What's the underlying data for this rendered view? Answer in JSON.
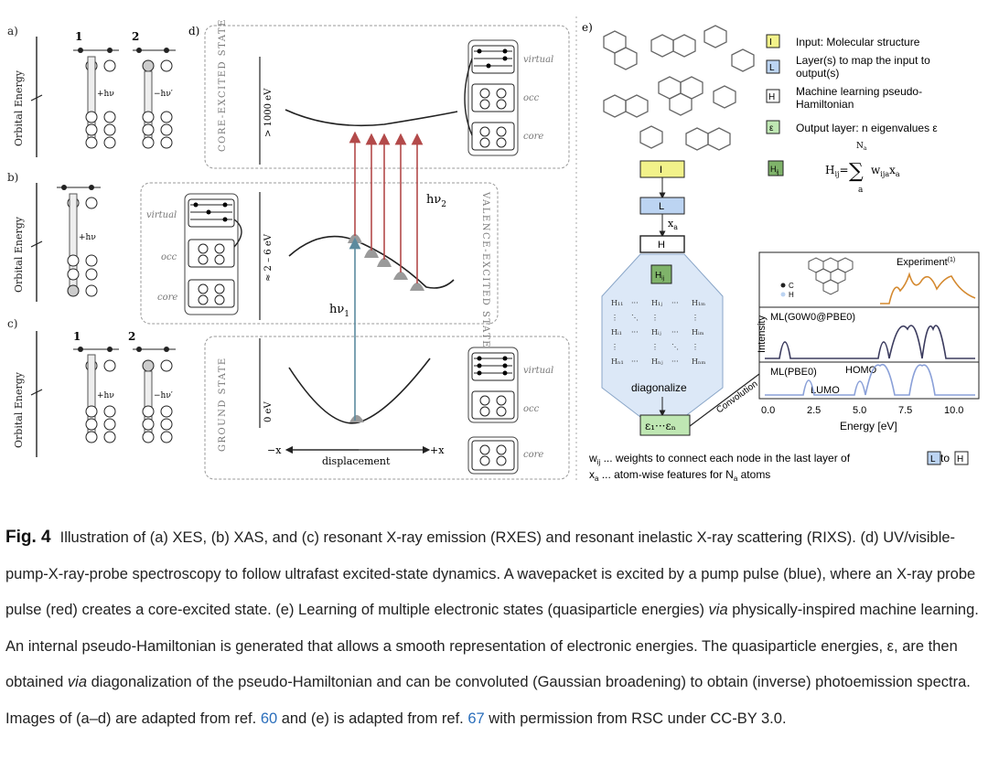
{
  "panels": {
    "a": {
      "label": "a)",
      "axis_label": "Orbital Energy",
      "col1": "1",
      "col2": "2",
      "arrow1": "+hν",
      "arrow2": "−hν′"
    },
    "b": {
      "label": "b)",
      "axis_label": "Orbital Energy",
      "arrow1": "+hν"
    },
    "c": {
      "label": "c)",
      "axis_label": "Orbital Energy",
      "col1": "1",
      "col2": "2",
      "arrow1": "+hν",
      "arrow2": "−hν′"
    },
    "d": {
      "label": "d)",
      "core_state": "CORE-EXCITED STATE",
      "core_energy": "> 1000 eV",
      "valence_state": "VALENCE-EXCITED STATE",
      "valence_energy": "≈ 2 – 6 eV",
      "ground_state": "GROUND STATE",
      "ground_energy": "0 eV",
      "hv1": "hν",
      "hv1_sub": "1",
      "hv2": "hν",
      "hv2_sub": "2",
      "virtual": "virtual",
      "occ": "occ",
      "core": "core",
      "displacement": "displacement",
      "minus_x": "−x",
      "plus_x": "+x"
    },
    "e": {
      "label": "e)",
      "legend": [
        {
          "box": "I",
          "color": "#f2f28a",
          "text1": "Input: Molecular structure",
          "text2": ""
        },
        {
          "box": "L",
          "color": "#bcd4f2",
          "text1": "Layer(s) to map the input to",
          "text2": "output(s)"
        },
        {
          "box": "H",
          "color": "#ffffff",
          "text1": "Machine learning pseudo-",
          "text2": "Hamiltonian"
        },
        {
          "box": "ε",
          "color": "#bfe7b3",
          "text1": "Output layer: n eigenvalues ε",
          "text2": ""
        }
      ],
      "hij_box": "H",
      "hij_sub": "ij",
      "eq_lhs": "H",
      "eq_lhs_sub": "ij",
      "eq_equals": "=",
      "eq_sum_top": "N",
      "eq_sum_top_sub": "a",
      "eq_sum_bottom": "a",
      "eq_term": "w",
      "eq_term_sub": "ija",
      "eq_term2": "x",
      "eq_term2_sub": "a",
      "flow_I": "I",
      "flow_L": "L",
      "flow_xa": "x",
      "flow_xa_sub": "a",
      "flow_H": "H",
      "flow_Hij": "H",
      "flow_Hij_sub": "ij",
      "matrix": [
        [
          "H₁₁",
          "···",
          "H₁ⱼ",
          "···",
          "H₁ₘ"
        ],
        [
          "⋮",
          "⋱",
          "⋮",
          "",
          "⋮"
        ],
        [
          "Hᵢ₁",
          "···",
          "Hᵢⱼ",
          "···",
          "Hᵢₘ"
        ],
        [
          "⋮",
          "",
          "⋮",
          "⋱",
          "⋮"
        ],
        [
          "Hₙ₁",
          "···",
          "Hₙⱼ",
          "···",
          "Hₙₘ"
        ]
      ],
      "diagonalize": "diagonalize",
      "eigen_box": "ε₁···εₙ",
      "convolution": "Convolution",
      "intensity": "Intensity",
      "spectrum_experiment": "Experiment",
      "spectrum_experiment_sup": "(1)",
      "spectrum_gw": "ML(G0W0@PBE0)",
      "spectrum_pbe": "ML(PBE0)",
      "homo": "HOMO",
      "lumo": "LUMO",
      "legend_c": "C",
      "legend_h": "H",
      "energy_axis_label": "Energy [eV]",
      "energy_ticks": [
        "0.0",
        "2.5",
        "5.0",
        "7.5",
        "10.0"
      ],
      "footnote1_pre": "w",
      "footnote1_pre_sub": "ij",
      "footnote1_text": " ... weights to connect each node in the last layer of ",
      "footnote1_box1": "L",
      "footnote1_to": " to ",
      "footnote1_box2": "H",
      "footnote2_pre": "x",
      "footnote2_pre_sub": "a",
      "footnote2_text": " ... atom-wise features for N",
      "footnote2_sub": "a",
      "footnote2_end": " atoms"
    }
  },
  "caption": {
    "label": "Fig. 4",
    "text_1": "Illustration of (a) XES, (b) XAS, and (c) resonant X-ray emission (RXES) and resonant inelastic X-ray scattering (RIXS). (d) UV/visible-pump-X-ray-probe spectroscopy to follow ultrafast excited-state dynamics. A wavepacket is excited by a pump pulse (blue), where an X-ray probe pulse (red) creates a core-excited state. (e) Learning of multiple electronic states (quasiparticle energies) ",
    "via_1": "via",
    "text_2": " physically-inspired machine learning. An internal pseudo-Hamiltonian is generated that allows a smooth representation of electronic energies. The quasiparticle energies, ε, are then obtained ",
    "via_2": "via",
    "text_3": " diagonalization of the pseudo-Hamiltonian and can be convoluted (Gaussian broadening) to obtain (inverse) photoemission spectra. Images of (a–d) are adapted from ref. ",
    "ref_60": "60",
    "text_4": " and (e) is adapted from ref. ",
    "ref_67": "67",
    "text_5": " with permission from RSC under CC-BY 3.0."
  }
}
